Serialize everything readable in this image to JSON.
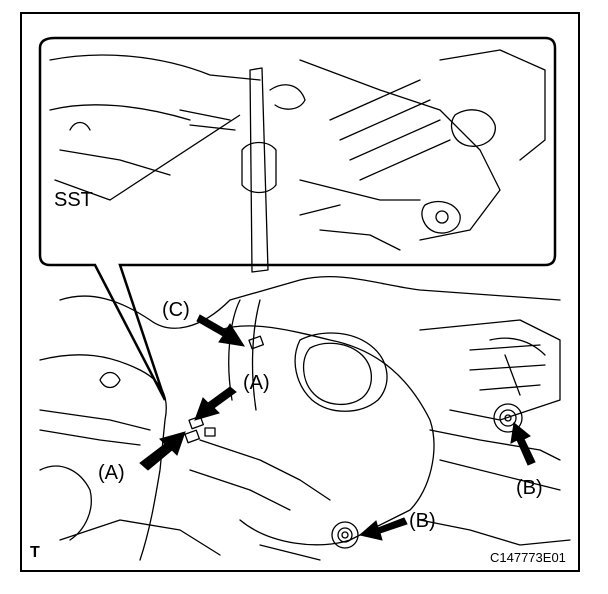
{
  "labels": {
    "sst": "SST",
    "c": "(C)",
    "a_right": "(A)",
    "a_left": "(A)",
    "b_right": "(B)",
    "b_bottom": "(B)",
    "corner_mark": "T",
    "figure_code": "C147773E01"
  }
}
